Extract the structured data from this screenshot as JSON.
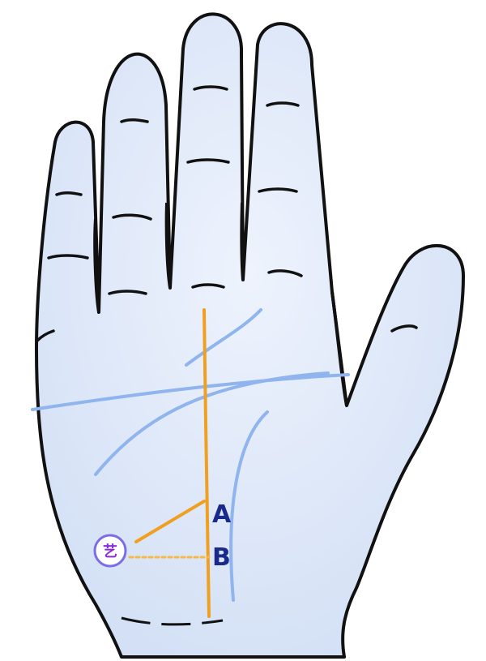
{
  "labels": {
    "a": "A",
    "b": "B"
  },
  "seal": {
    "text": "艺"
  },
  "colors": {
    "skin": "#e7eefb",
    "skin_shade": "#cfdcf2",
    "outline": "#111111",
    "palm_lines": "#8fb4ee",
    "marker_line": "#f0a020",
    "marker_dotted": "#f5b945",
    "label_text": "#1a2a8a",
    "seal_border": "#7a6ee6",
    "seal_text": "#8a2bd6"
  },
  "icons": {
    "hand": "hand-outline-icon",
    "seal": "seal-badge-icon"
  }
}
